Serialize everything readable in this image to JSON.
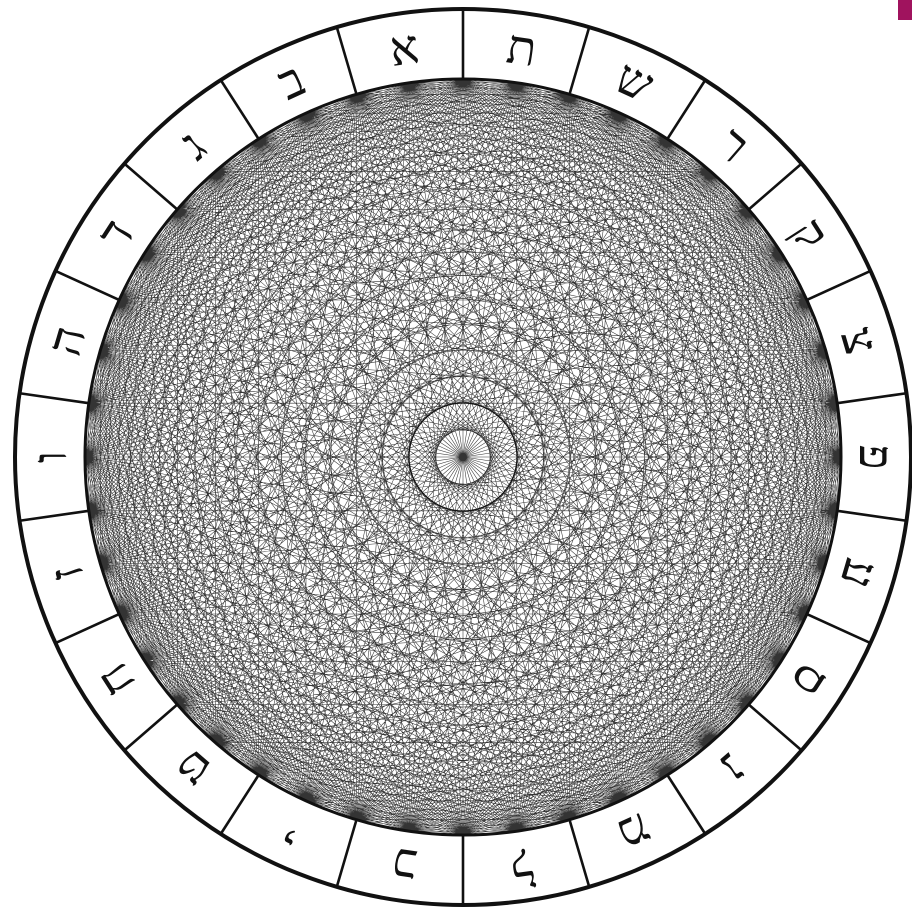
{
  "diagram": {
    "letters": [
      "א",
      "ב",
      "ג",
      "ד",
      "ה",
      "ו",
      "ז",
      "ח",
      "ט",
      "י",
      "כ",
      "ל",
      "מ",
      "נ",
      "ס",
      "ע",
      "פ",
      "צ",
      "ק",
      "ר",
      "ש",
      "ת"
    ],
    "line_color": "#111111",
    "background": "#ffffff",
    "corner_accent": "#a0135e"
  }
}
